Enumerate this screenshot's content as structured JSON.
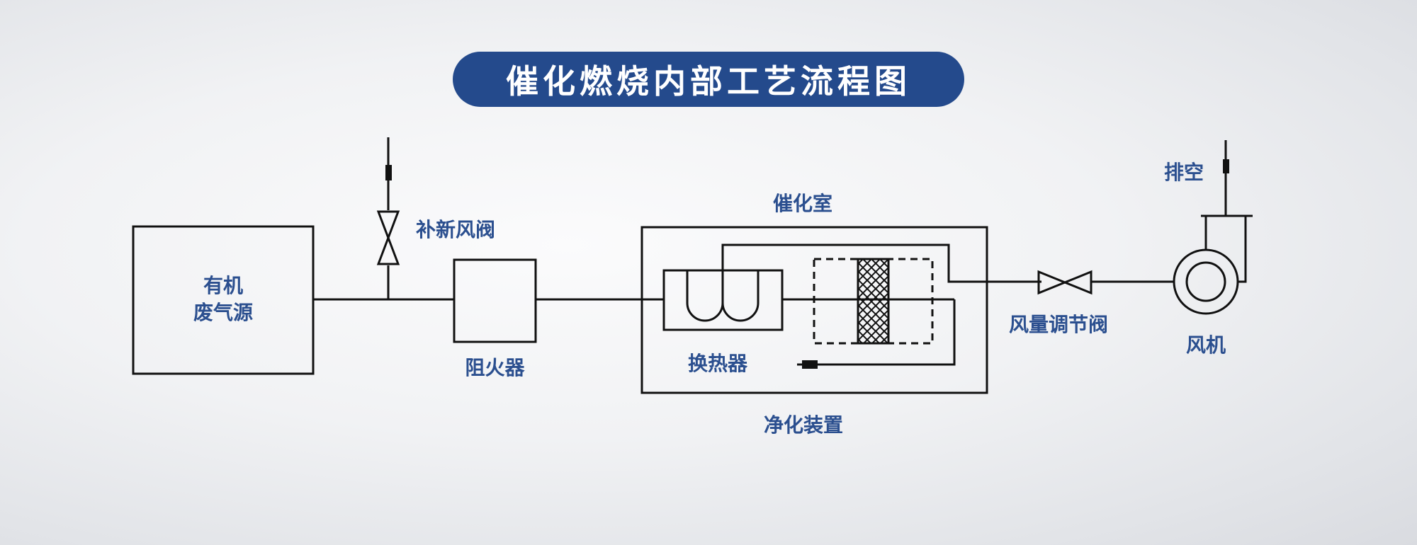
{
  "title": "催化燃烧内部工艺流程图",
  "labels": {
    "source_line1": "有机",
    "source_line2": "废气源",
    "fresh_air_valve": "补新风阀",
    "flame_arrester": "阻火器",
    "catalytic_chamber": "催化室",
    "heat_exchanger": "换热器",
    "purification_device": "净化装置",
    "air_volume_valve": "风量调节阀",
    "fan": "风机",
    "exhaust": "排空"
  },
  "colors": {
    "title_bg": "#244a8c",
    "title_text": "#ffffff",
    "label_text": "#2b4f8f",
    "line": "#111111"
  }
}
